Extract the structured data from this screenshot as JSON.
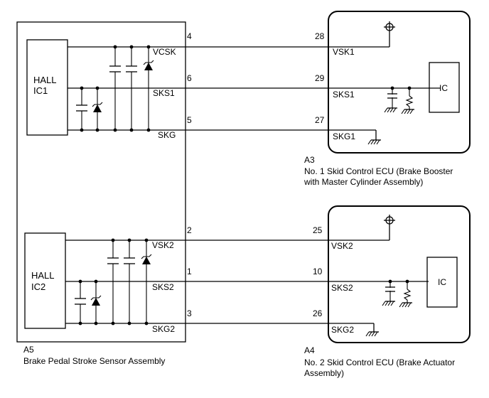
{
  "sensor": {
    "code": "A5",
    "name": "Brake Pedal Stroke Sensor Assembly",
    "ic1_label_1": "HALL",
    "ic1_label_2": "IC1",
    "ic2_label_1": "HALL",
    "ic2_label_2": "IC2",
    "pins": {
      "vcsk": {
        "num": "4",
        "name": "VCSK"
      },
      "sks1": {
        "num": "6",
        "name": "SKS1"
      },
      "skg": {
        "num": "5",
        "name": "SKG"
      },
      "vsk2": {
        "num": "2",
        "name": "VSK2"
      },
      "sks2": {
        "num": "1",
        "name": "SKS2"
      },
      "skg2": {
        "num": "3",
        "name": "SKG2"
      }
    }
  },
  "ecu1": {
    "code": "A3",
    "name_line1": "No. 1 Skid Control ECU (Brake Booster",
    "name_line2": "with Master Cylinder Assembly)",
    "ic_label": "IC",
    "pins": {
      "vsk1": {
        "num": "28",
        "name": "VSK1"
      },
      "sks1": {
        "num": "29",
        "name": "SKS1"
      },
      "skg1": {
        "num": "27",
        "name": "SKG1"
      }
    }
  },
  "ecu2": {
    "code": "A4",
    "name_line1": "No. 2 Skid Control ECU (Brake Actuator",
    "name_line2": "Assembly)",
    "ic_label": "IC",
    "pins": {
      "vsk2": {
        "num": "25",
        "name": "VSK2"
      },
      "sks2": {
        "num": "10",
        "name": "SKS2"
      },
      "skg2": {
        "num": "26",
        "name": "SKG2"
      }
    }
  }
}
